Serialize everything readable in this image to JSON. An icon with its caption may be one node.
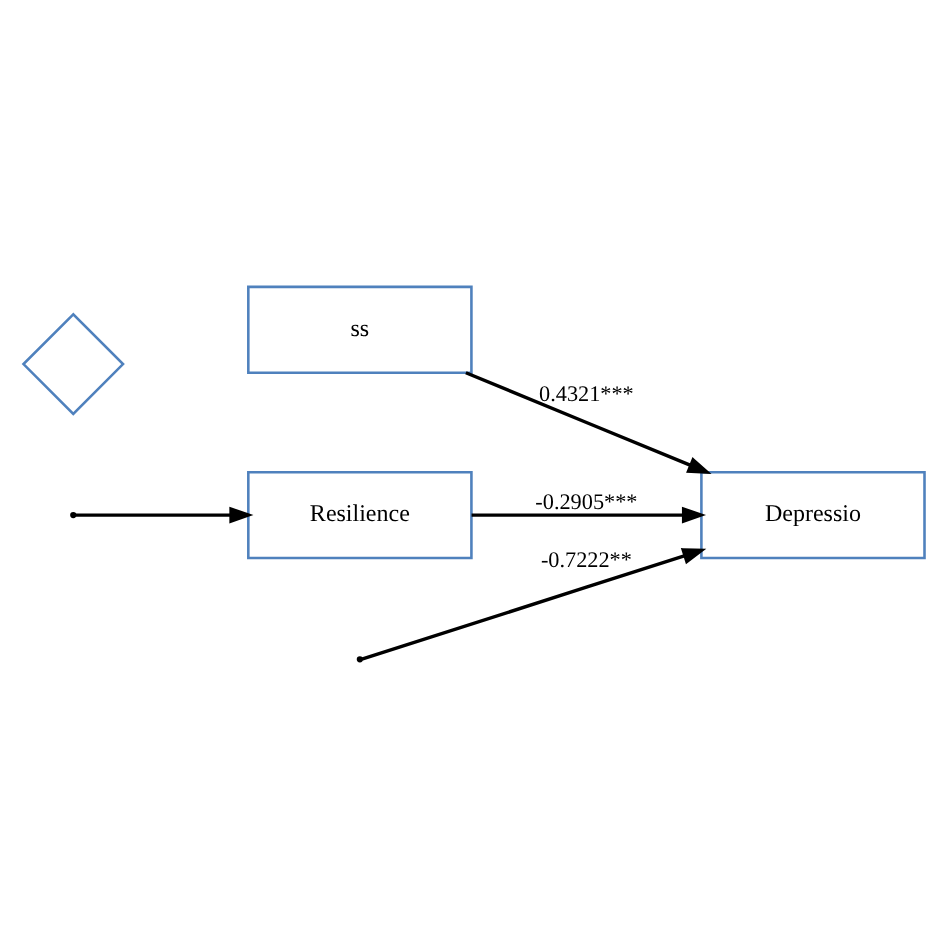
{
  "diagram": {
    "nodes": [
      {
        "text": [
          "ss"
        ]
      },
      {
        "text": [
          "Resilience"
        ]
      },
      {
        "text": [
          "Depressio"
        ]
      },
      {
        "text": [],
        "shape": "diamond"
      }
    ],
    "edges": [
      {
        "from": null,
        "to": 1,
        "arrow": "to"
      },
      {
        "from": 1,
        "to": 2,
        "arrow": "to",
        "label": "-0.2905***"
      },
      {
        "from": 0,
        "to": 2,
        "arrow": "to",
        "label": "0.4321***"
      },
      {
        "from": null,
        "to": 2,
        "arrow": "to",
        "label": "-0.7222**"
      }
    ]
  }
}
